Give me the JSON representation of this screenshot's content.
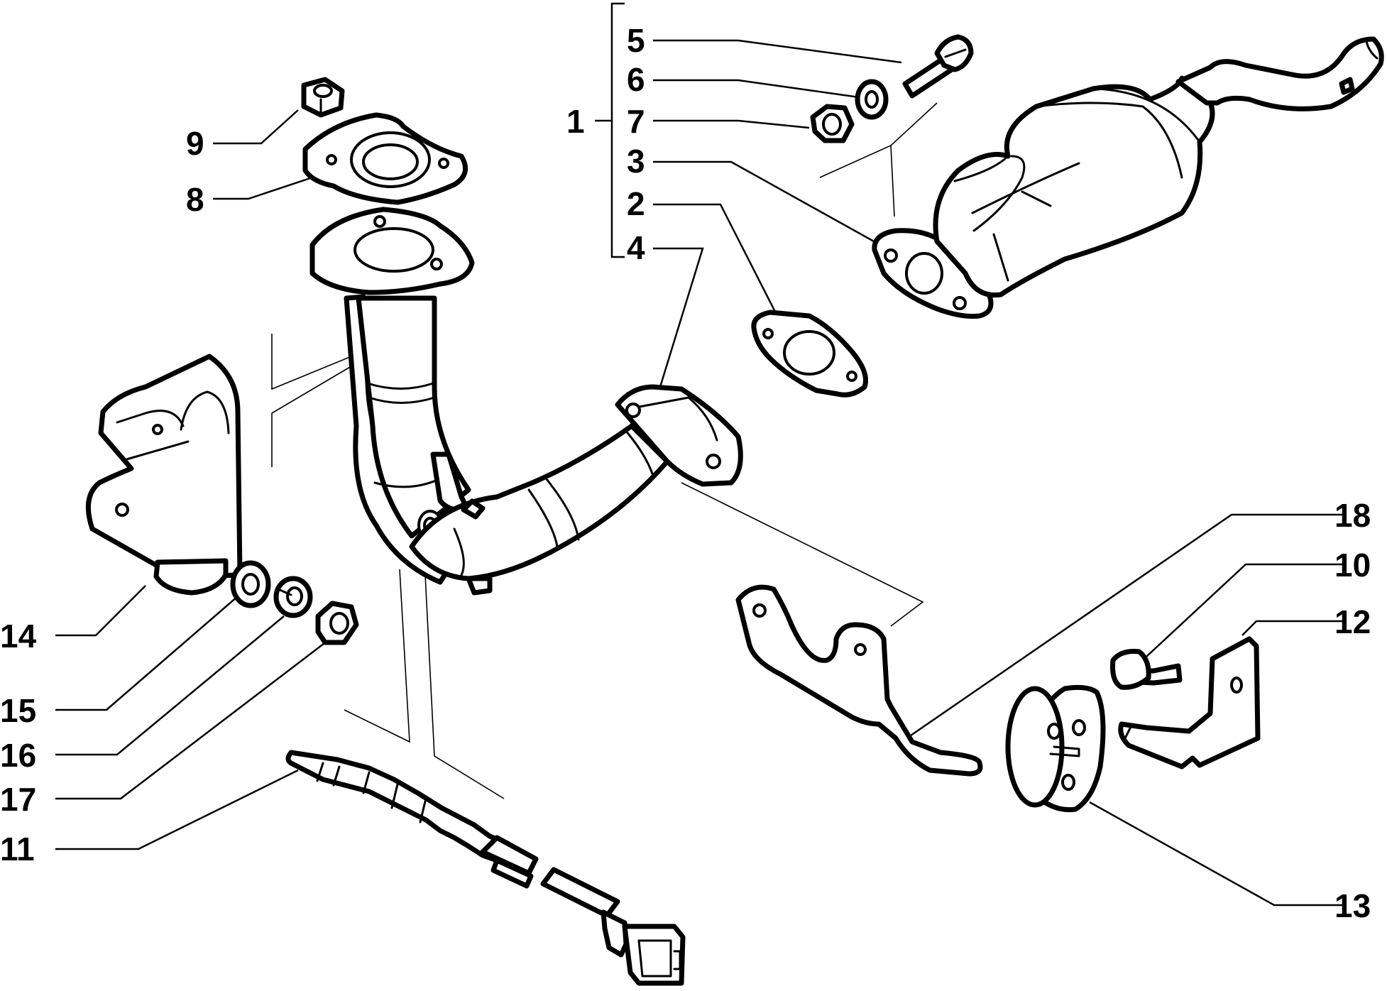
{
  "callouts": {
    "c1": "1",
    "c2": "2",
    "c3": "3",
    "c4": "4",
    "c5": "5",
    "c6": "6",
    "c7": "7",
    "c8": "8",
    "c9": "9",
    "c10": "10",
    "c11": "11",
    "c12": "12",
    "c13": "13",
    "c14": "14",
    "c15": "15",
    "c16": "16",
    "c17": "17",
    "c18": "18"
  },
  "colors": {
    "ink": "#000000",
    "paper": "#ffffff"
  }
}
